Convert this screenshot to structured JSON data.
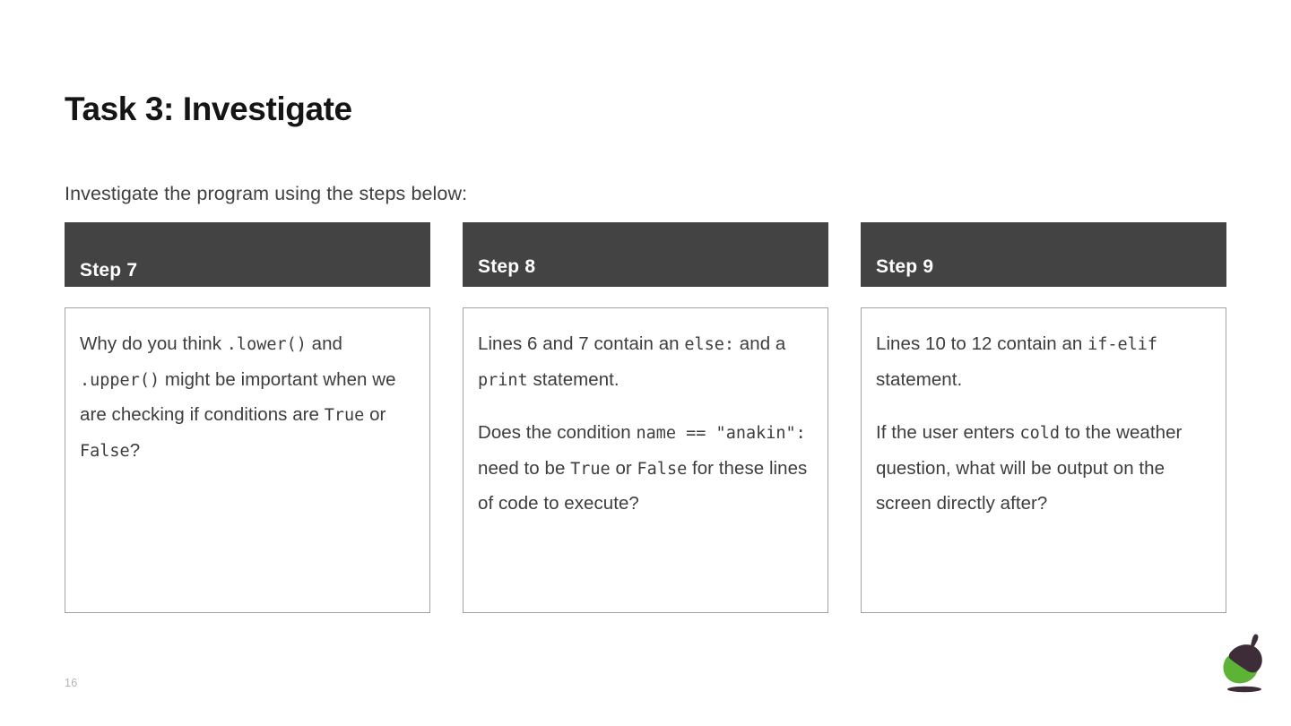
{
  "slide": {
    "title": "Task 3: Investigate",
    "subtitle": "Investigate the program using the steps below:",
    "page_number": "16"
  },
  "theme": {
    "header_bar_color": "#434343",
    "body_text_color": "#3d3d3d",
    "title_color": "#151515",
    "card_border_color": "#a3a3a3",
    "page_number_color": "#b2b2b2",
    "logo_green": "#5cb335",
    "logo_dark": "#3c2d38"
  },
  "cards": [
    {
      "header": "Step 7",
      "paragraphs": [
        {
          "parts": [
            {
              "text": "Why do you think ",
              "mono": false
            },
            {
              "text": ".lower()",
              "mono": true
            },
            {
              "text": " and ",
              "mono": false
            },
            {
              "text": ".upper()",
              "mono": true
            },
            {
              "text": " might be important when we are checking if conditions are ",
              "mono": false
            },
            {
              "text": "True",
              "mono": true
            },
            {
              "text": " or ",
              "mono": false
            },
            {
              "text": "False",
              "mono": true
            },
            {
              "text": "?",
              "mono": false
            }
          ]
        }
      ]
    },
    {
      "header": "Step 8",
      "paragraphs": [
        {
          "parts": [
            {
              "text": "Lines 6 and 7 contain an ",
              "mono": false
            },
            {
              "text": "else:",
              "mono": true
            },
            {
              "text": " and a ",
              "mono": false
            },
            {
              "text": "print",
              "mono": true
            },
            {
              "text": " statement.",
              "mono": false
            }
          ]
        },
        {
          "parts": [
            {
              "text": "Does the condition ",
              "mono": false
            },
            {
              "text": "name == \"anakin\":",
              "mono": true
            },
            {
              "text": " need to be ",
              "mono": false
            },
            {
              "text": "True",
              "mono": true
            },
            {
              "text": " or ",
              "mono": false
            },
            {
              "text": "False",
              "mono": true
            },
            {
              "text": " for these lines of code to execute?",
              "mono": false
            }
          ]
        }
      ]
    },
    {
      "header": "Step 9",
      "paragraphs": [
        {
          "parts": [
            {
              "text": "Lines 10 to 12 contain an ",
              "mono": false
            },
            {
              "text": "if-elif",
              "mono": true
            },
            {
              "text": " statement.",
              "mono": false
            }
          ]
        },
        {
          "parts": [
            {
              "text": "If the user enters ",
              "mono": false
            },
            {
              "text": "cold",
              "mono": true
            },
            {
              "text": " to the weather question, what will be output on the screen directly after?",
              "mono": false
            }
          ]
        }
      ]
    }
  ],
  "logo": {
    "name": "acorn-logo"
  }
}
